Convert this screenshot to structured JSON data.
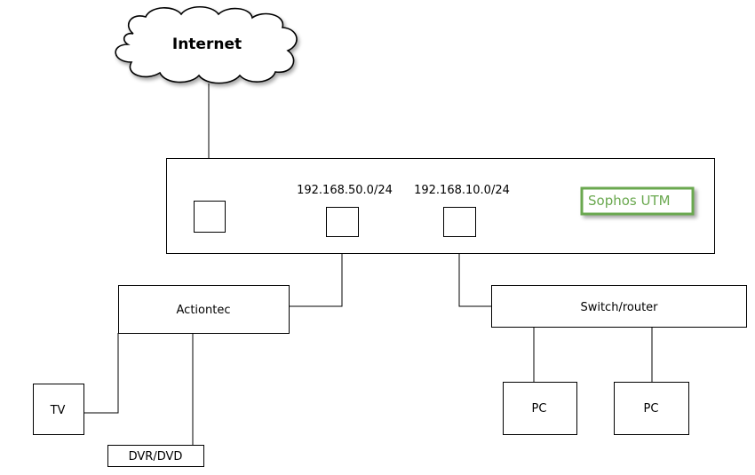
{
  "internet": {
    "label": "Internet"
  },
  "firewall": {
    "brand_label": "Sophos UTM",
    "brand_color": "#6aa84f",
    "subnets": [
      "192.168.50.0/24",
      "192.168.10.0/24"
    ]
  },
  "devices": {
    "actiontec": "Actiontec",
    "switch_router": "Switch/router",
    "tv": "TV",
    "dvr_dvd": "DVR/DVD",
    "pc_1": "PC",
    "pc_2": "PC"
  }
}
